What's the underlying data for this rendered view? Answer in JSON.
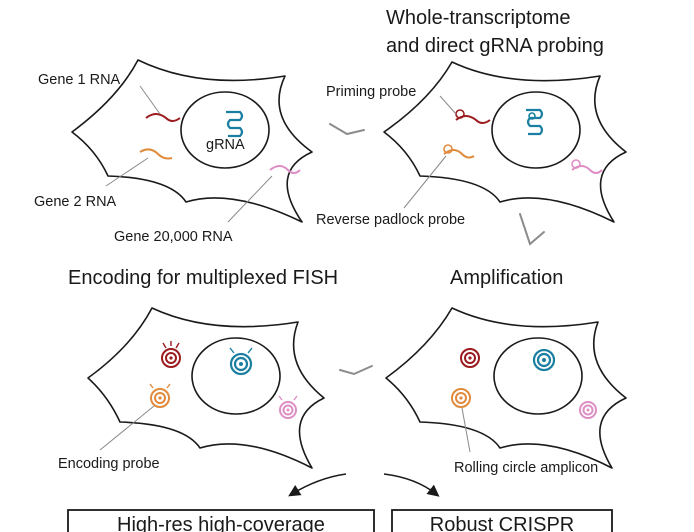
{
  "title": {
    "line1": "Whole-transcriptome",
    "line2": "and direct gRNA probing"
  },
  "panel1": {
    "gene1": "Gene 1 RNA",
    "grna": "gRNA",
    "gene2": "Gene 2 RNA",
    "gene20000": "Gene 20,000 RNA"
  },
  "panel2": {
    "priming_probe": "Priming probe",
    "reverse_padlock_probe": "Reverse padlock probe"
  },
  "stages": {
    "encoding": "Encoding for multiplexed FISH",
    "amplification": "Amplification"
  },
  "panel3": {
    "encoding_probe": "Encoding probe"
  },
  "panel4": {
    "rolling_circle_amplicon": "Rolling circle amplicon"
  },
  "outputs": {
    "left_box": "High-res high-coverage",
    "right_box": "Robust CRISPR"
  },
  "colors": {
    "red": "#9b1b1e",
    "blue": "#1a7fa0",
    "orange": "#e08a3c",
    "pink": "#dd8ec4"
  }
}
